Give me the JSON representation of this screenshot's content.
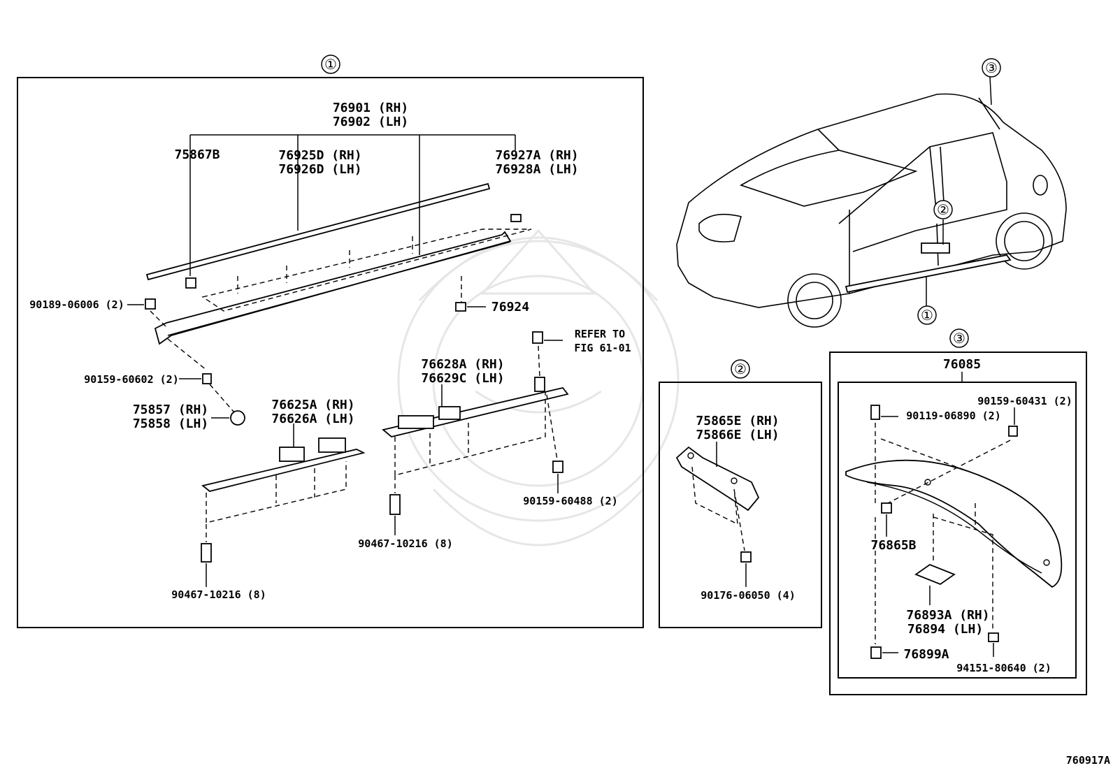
{
  "diagram_code": "760917A",
  "groups": {
    "g1": {
      "marker": "①"
    },
    "g2": {
      "marker": "②"
    },
    "g3": {
      "marker": "③",
      "assembly": "76085"
    }
  },
  "car_markers": [
    "③",
    "②",
    "①"
  ],
  "labels": {
    "moulding_rh": "76901 (RH)",
    "moulding_lh": "76902 (LH)",
    "p75867b": "75867B",
    "p76925d": "76925D (RH)",
    "p76926d": "76926D (LH)",
    "p76927a": "76927A (RH)",
    "p76928a": "76928A (LH)",
    "p90189": "90189-06006 (2)",
    "p76924": "76924",
    "refer_to": "REFER TO",
    "refer_fig": "FIG 61-01",
    "p90159_60602": "90159-60602 (2)",
    "p76628a": "76628A (RH)",
    "p76629c": "76629C (LH)",
    "p75857": "75857 (RH)",
    "p75858": "75858 (LH)",
    "p76625a": "76625A (RH)",
    "p76626a": "76626A (LH)",
    "p90159_60488": "90159-60488 (2)",
    "p90467_a": "90467-10216 (8)",
    "p90467_b": "90467-10216 (8)",
    "p75865e": "75865E (RH)",
    "p75866e": "75866E (LH)",
    "p90176": "90176-06050 (4)",
    "p90159_60431": "90159-60431 (2)",
    "p90119": "90119-06890 (2)",
    "p76865b": "76865B",
    "p76893a": "76893A (RH)",
    "p76894": "76894 (LH)",
    "p76899a": "76899A",
    "p94151": "94151-80640 (2)"
  }
}
